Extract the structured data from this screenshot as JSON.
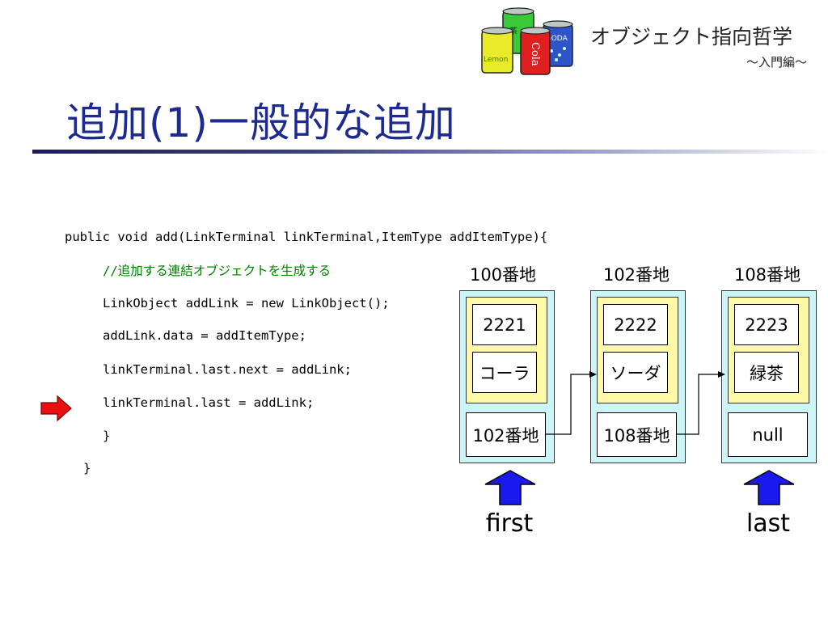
{
  "header": {
    "title": "オブジェクト指向哲学",
    "subtitle": "～入門編～",
    "logo_can_labels": [
      "Lemon",
      "Cola",
      "SODA"
    ]
  },
  "slide": {
    "title": "追加(1)一般的な追加"
  },
  "code": {
    "lines": [
      "public void add(LinkTerminal linkTerminal,ItemType addItemType){",
      "//追加する連結オブジェクトを生成する",
      "LinkObject addLink = new LinkObject();",
      "addLink.data = addItemType;",
      "linkTerminal.last.next = addLink;",
      "linkTerminal.last = addLink;",
      "}",
      "}"
    ],
    "current_line_index": 5
  },
  "diagram": {
    "nodes": [
      {
        "address": "100番地",
        "data_id": "2221",
        "data_name": "コーラ",
        "next": "102番地"
      },
      {
        "address": "102番地",
        "data_id": "2222",
        "data_name": "ソーダ",
        "next": "108番地"
      },
      {
        "address": "108番地",
        "data_id": "2223",
        "data_name": "緑茶",
        "next": "null"
      }
    ],
    "pointers": {
      "first": "first",
      "last": "last"
    }
  },
  "colors": {
    "title": "#1d2a8f",
    "comment": "#008000",
    "node_outer": "#ccf5f7",
    "node_inner": "#fdf9a6",
    "pointer_arrow": "#1a1aee",
    "current_line_arrow": "#e81010"
  }
}
